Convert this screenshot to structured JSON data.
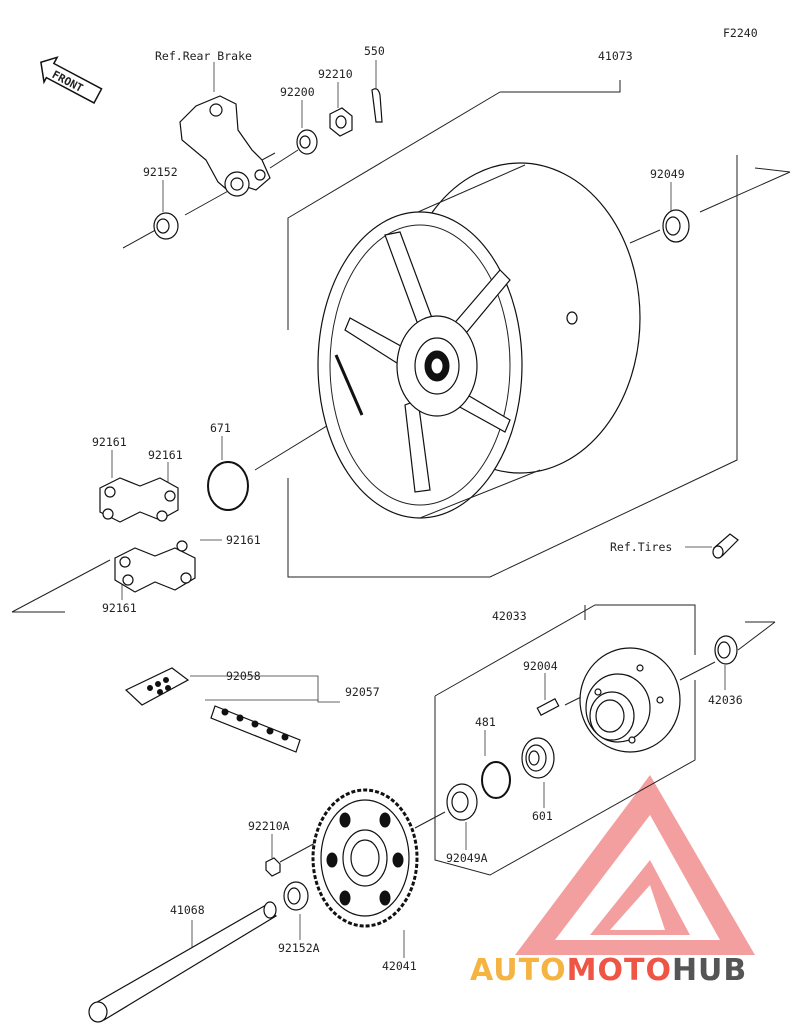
{
  "figure_code": "F2240",
  "front_label": "FRONT",
  "labels": {
    "ref_rear_brake": "Ref.Rear Brake",
    "ref_tires": "Ref.Tires",
    "p550": "550",
    "p92210": "92210",
    "p92200": "92200",
    "p41073": "41073",
    "p92152": "92152",
    "p92049": "92049",
    "p671": "671",
    "p92161_a": "92161",
    "p92161_b": "92161",
    "p92161_c": "92161",
    "p92161_d": "92161",
    "p42033": "42033",
    "p92004": "92004",
    "p42036": "42036",
    "p92058": "92058",
    "p92057": "92057",
    "p481": "481",
    "p601": "601",
    "p92049A": "92049A",
    "p92210A": "92210A",
    "p41068": "41068",
    "p92152A": "92152A",
    "p42041": "42041"
  },
  "watermark": {
    "part1": "AUTO",
    "part2": "MOTO",
    "part3": "HUB",
    "color1": "#f5b342",
    "color2": "#ee5544",
    "color3": "#555555"
  }
}
